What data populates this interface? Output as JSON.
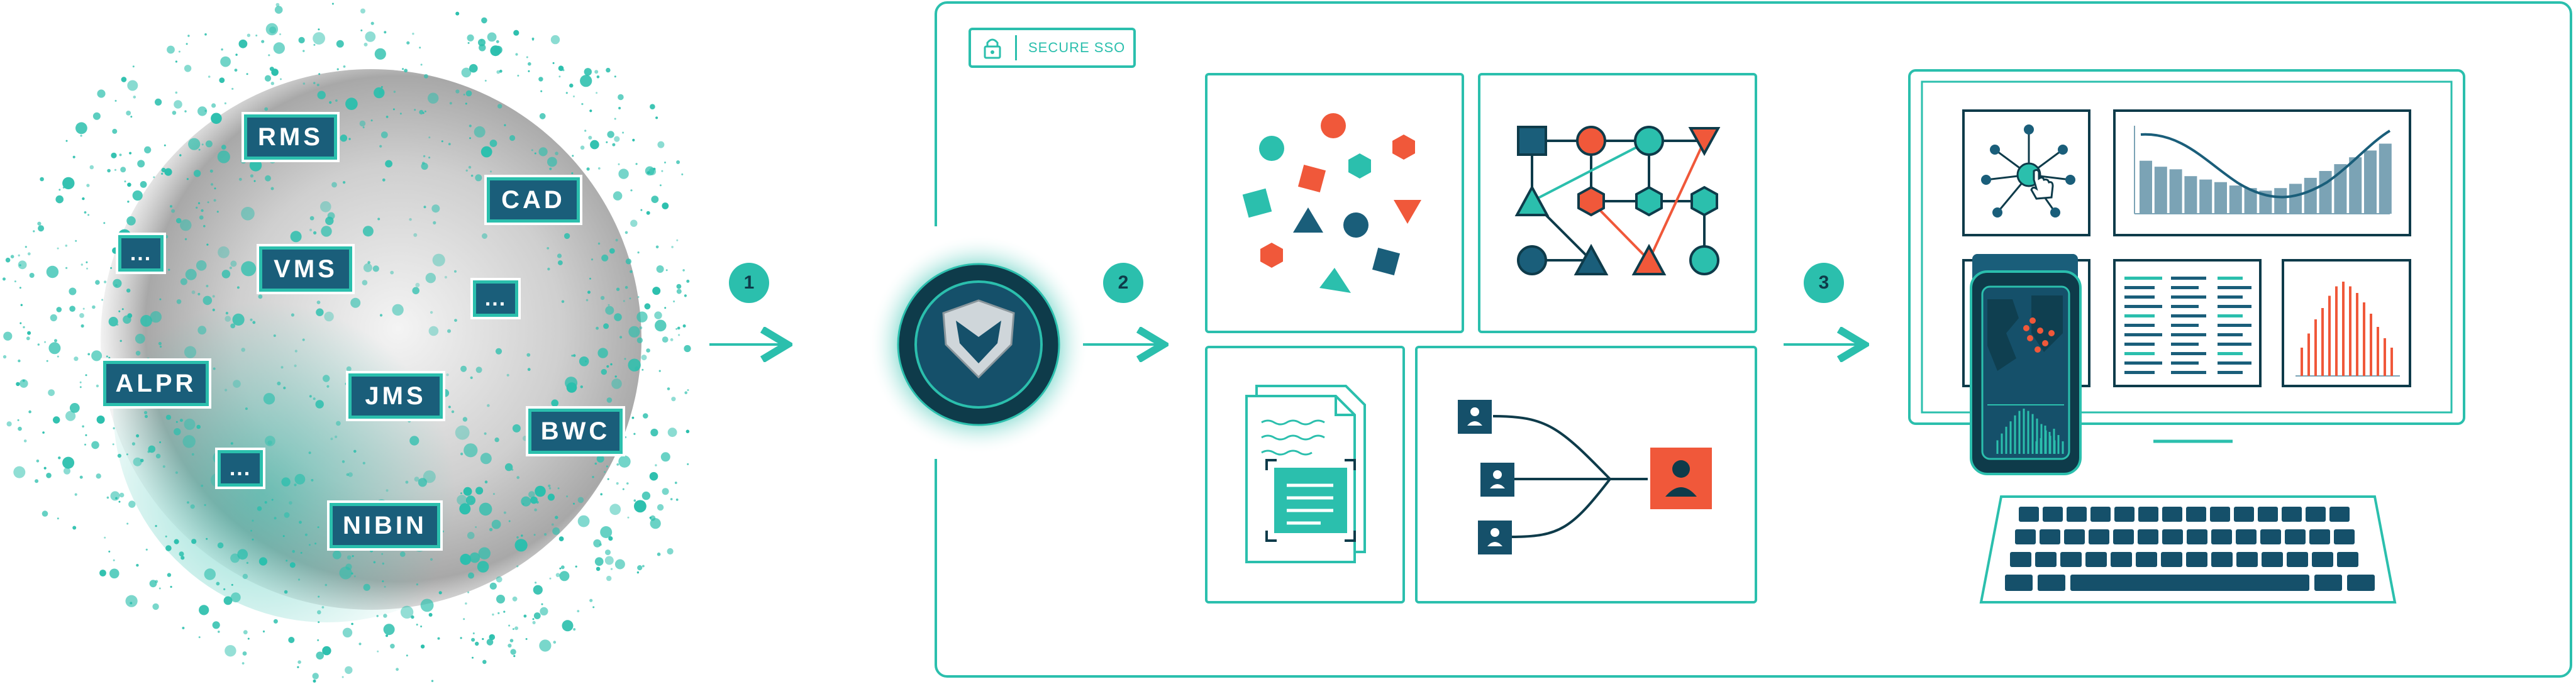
{
  "sources": {
    "tags": [
      {
        "label": "RMS"
      },
      {
        "label": "CAD"
      },
      {
        "label": "VMS"
      },
      {
        "label": "ALPR"
      },
      {
        "label": "JMS"
      },
      {
        "label": "BWC"
      },
      {
        "label": "NIBIN"
      }
    ],
    "more_label": "..."
  },
  "steps": [
    "1",
    "2",
    "3"
  ],
  "sso": {
    "label": "SECURE SSO",
    "icon": "lock-icon"
  },
  "hub": {
    "icon": "shield-heart-icon"
  },
  "colors": {
    "teal": "#2bbfad",
    "navy": "#1a5e7a",
    "dark": "#0e3b4a",
    "orange": "#f0583a",
    "bar": "#7ba3b5"
  },
  "dashboard": {
    "bars_chart": [
      0.62,
      0.55,
      0.52,
      0.44,
      0.4,
      0.37,
      0.33,
      0.3,
      0.27,
      0.3,
      0.35,
      0.42,
      0.5,
      0.58,
      0.66,
      0.74,
      0.82
    ],
    "spike_chart": [
      0.3,
      0.45,
      0.6,
      0.72,
      0.85,
      0.95,
      1.0,
      0.95,
      0.88,
      0.78,
      0.66,
      0.52,
      0.4,
      0.3
    ]
  }
}
